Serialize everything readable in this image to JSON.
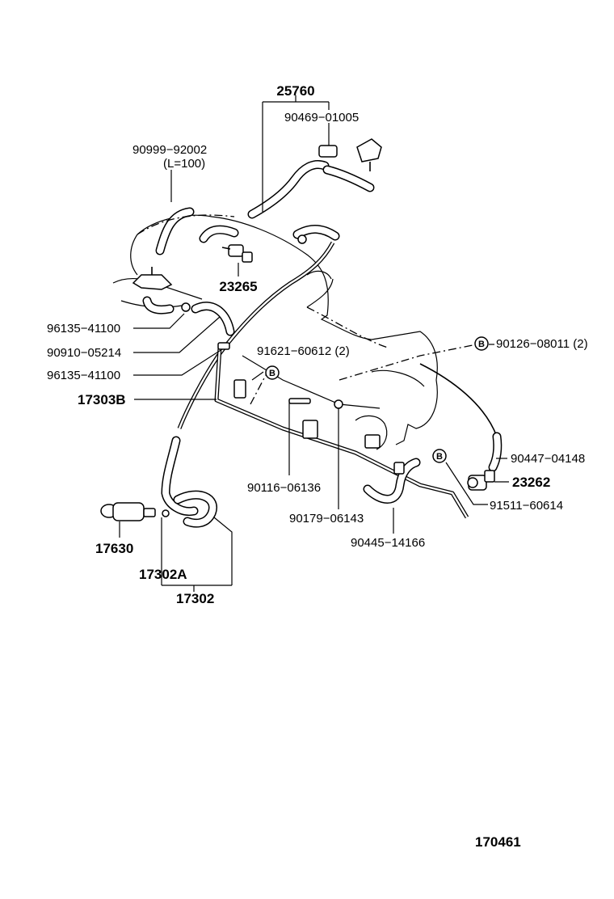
{
  "callouts": {
    "p25760": "25760",
    "p90469": "90469−01005",
    "p90999": "90999−92002",
    "p90999_len": "(L=100)",
    "p23265": "23265",
    "p96135_a": "96135−41100",
    "p90910": "90910−05214",
    "p96135_b": "96135−41100",
    "p91621": "91621−60612 (2)",
    "p90126": "90126−08011 (2)",
    "p17303B": "17303B",
    "p90447": "90447−04148",
    "p23262": "23262",
    "p91511": "91511−60614",
    "p90116": "90116−06136",
    "p90179": "90179−06143",
    "p90445": "90445−14166",
    "p17630": "17630",
    "p17302A": "17302A",
    "p17302": "17302"
  },
  "badge_letter": "B",
  "diagram_id": "170461"
}
